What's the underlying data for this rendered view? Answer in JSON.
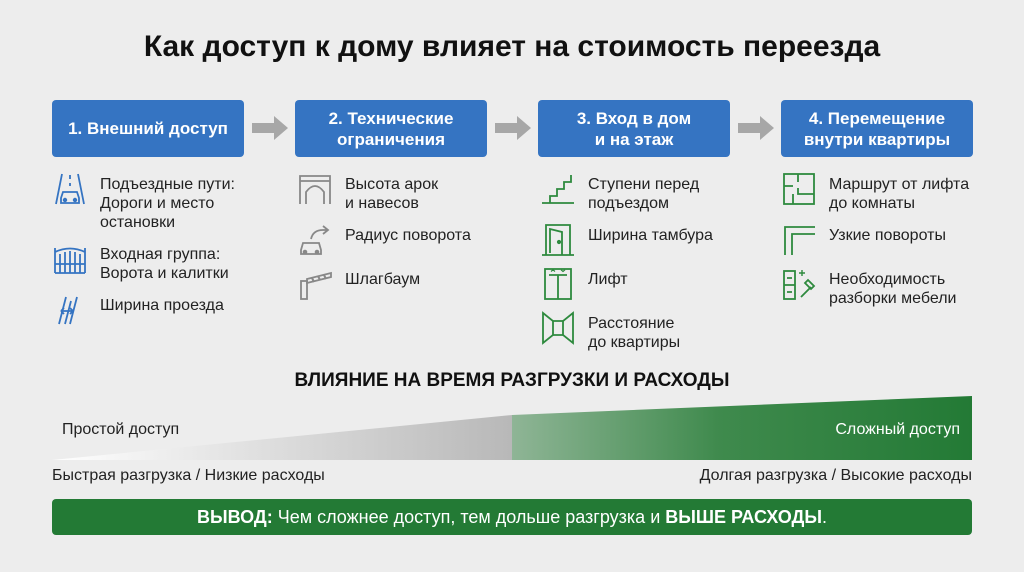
{
  "title": "Как доступ к дому влияет на стоимость переезда",
  "colors": {
    "step_blue": "#3574c2",
    "icon_blue": "#3574c2",
    "icon_gray": "#888888",
    "icon_green": "#2e8a3e",
    "green_dark": "#237a35",
    "arrow_gray": "#a7a7a7"
  },
  "steps": [
    {
      "label": "1. Внешний доступ"
    },
    {
      "label": "2. Технические\nограничения"
    },
    {
      "label": "3. Вход в дом\nи на этаж"
    },
    {
      "label": "4. Перемещение\nвнутри квартиры"
    }
  ],
  "columns": [
    {
      "items": [
        {
          "icon": "road-car-icon",
          "text": "Подъездные пути:\nДороги и место\nостановки"
        },
        {
          "icon": "gate-icon",
          "text": "Входная группа:\nВорота и калитки"
        },
        {
          "icon": "driveway-width-icon",
          "text": "Ширина проезда"
        }
      ]
    },
    {
      "items": [
        {
          "icon": "arch-icon",
          "text": "Высота арок\nи навесов"
        },
        {
          "icon": "car-turn-icon",
          "text": "Радиус поворота"
        },
        {
          "icon": "barrier-icon",
          "text": "Шлагбаум"
        }
      ]
    },
    {
      "items": [
        {
          "icon": "stairs-icon",
          "text": "Ступени перед\nподъездом"
        },
        {
          "icon": "door-icon",
          "text": "Ширина тамбура"
        },
        {
          "icon": "elevator-icon",
          "text": "Лифт"
        },
        {
          "icon": "corridor-icon",
          "text": "Расстояние\nдо квартиры"
        }
      ]
    },
    {
      "items": [
        {
          "icon": "floorplan-icon",
          "text": "Маршрут от лифта\nдо комнаты"
        },
        {
          "icon": "narrow-turn-icon",
          "text": "Узкие повороты"
        },
        {
          "icon": "furniture-disassembly-icon",
          "text": "Необходимость\nразборки мебели"
        }
      ]
    }
  ],
  "impact": {
    "title": "ВЛИЯНИЕ НА ВРЕМЯ РАЗГРУЗКИ И РАСХОДЫ",
    "simple": "Простой доступ",
    "complex": "Сложный доступ",
    "left_caption": "Быстрая разгрузка / Низкие расходы",
    "right_caption": "Долгая разгрузка / Высокие расходы"
  },
  "conclusion": {
    "label": "ВЫВОД:",
    "text": " Чем сложнее доступ, тем дольше разгрузка и ",
    "emphasis": "ВЫШЕ РАСХОДЫ",
    "end": "."
  }
}
